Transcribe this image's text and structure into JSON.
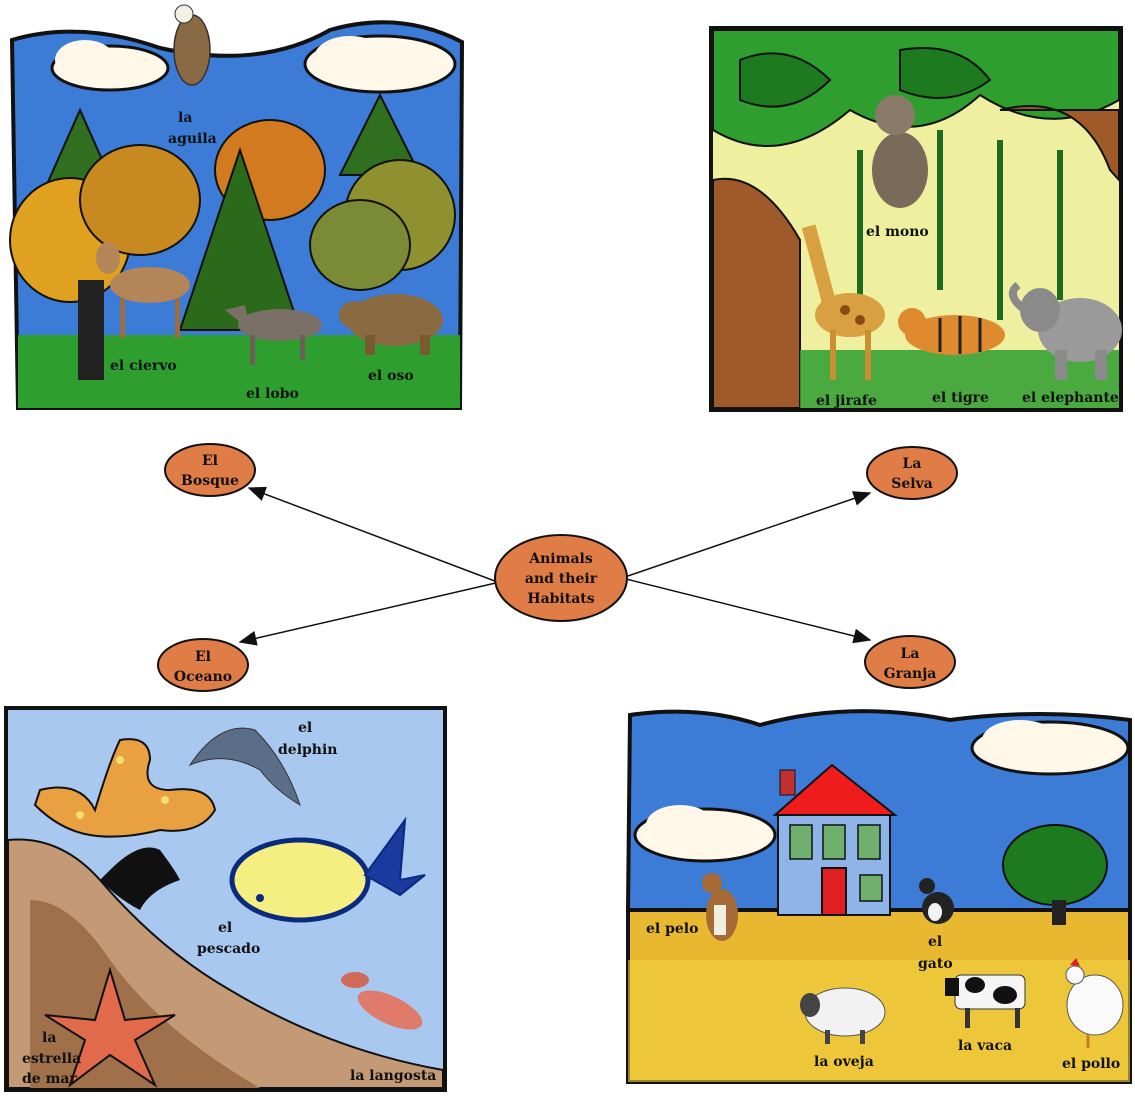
{
  "center": {
    "line1": "Animals",
    "line2": "and their",
    "line3": "Habitats"
  },
  "nodes": {
    "bosque": {
      "line1": "El",
      "line2": "Bosque"
    },
    "selva": {
      "line1": "La",
      "line2": "Selva"
    },
    "oceano": {
      "line1": "El",
      "line2": "Oceano"
    },
    "granja": {
      "line1": "La",
      "line2": "Granja"
    }
  },
  "forest_labels": {
    "aguila": [
      "la",
      "aguila"
    ],
    "ciervo": "el ciervo",
    "lobo": "el lobo",
    "oso": "el oso"
  },
  "jungle_labels": {
    "mono": "el mono",
    "jirafe": "el jirafe",
    "tigre": "el tigre",
    "elephante": "el elephante"
  },
  "ocean_labels": {
    "delphin": [
      "el",
      "delphin"
    ],
    "pescado": [
      "el",
      "pescado"
    ],
    "estrella": [
      "la",
      "estrella",
      "de mar"
    ],
    "langosta": "la langosta"
  },
  "farm_labels": {
    "pelo": "el pelo",
    "gato": [
      "el",
      "gato"
    ],
    "oveja": "la oveja",
    "vaca": "la vaca",
    "pollo": "el pollo"
  },
  "colors": {
    "node_fill": "#e07d46",
    "sky": "#3d7cd6",
    "grass": "#2e9e2e",
    "ocean": "#a9c8f0",
    "jungle_bg": "#eef0a0",
    "field": "#e8b830"
  }
}
